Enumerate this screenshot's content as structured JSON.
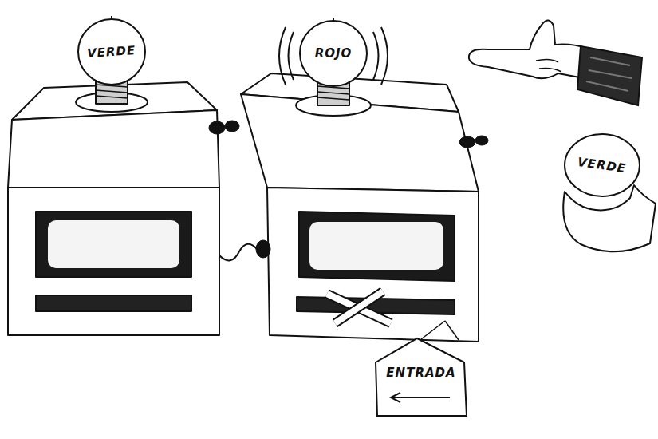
{
  "diagram": {
    "nodes": [
      {
        "text": [
          "VERDE"
        ]
      },
      {
        "text": [
          "ROJO"
        ]
      },
      {
        "text": [
          "VERDE"
        ]
      },
      {
        "text": [
          "ENTRADA"
        ]
      }
    ]
  }
}
